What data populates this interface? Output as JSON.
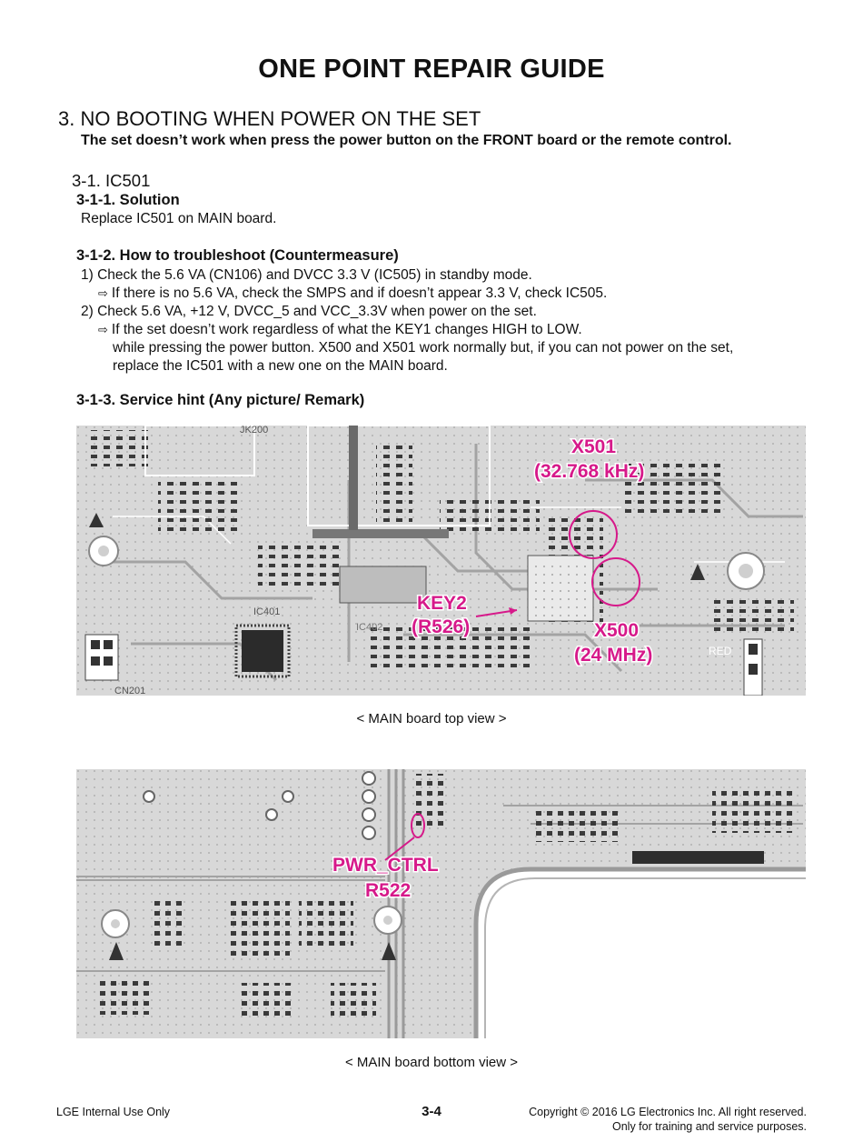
{
  "title": "ONE POINT REPAIR GUIDE",
  "section": {
    "heading": "3. NO BOOTING WHEN POWER ON THE SET",
    "summary": "The set doesn’t work when press the power button on the FRONT board or the remote control."
  },
  "subsection": {
    "heading": "3-1. IC501",
    "solution": {
      "heading": "3-1-1. Solution",
      "text": "Replace IC501 on MAIN board."
    },
    "troubleshoot": {
      "heading": "3-1-2. How to troubleshoot (Countermeasure)",
      "step1": "1) Check the 5.6 VA (CN106) and DVCC 3.3 V (IC505) in standby mode.",
      "step1_note": "If there is no 5.6 VA, check the SMPS and if doesn’t appear 3.3 V, check IC505.",
      "step2": "2) Check 5.6 VA, +12 V, DVCC_5 and VCC_3.3V when power on the set.",
      "step2_note": "If the set doesn’t work regardless of what the KEY1 changes HIGH to LOW.",
      "step2_line2": "while pressing the power button. X500 and X501 work normally but, if you can not power on the set,",
      "step2_line3": "replace the IC501 with a new one on the MAIN board."
    },
    "service_hint": {
      "heading": "3-1-3. Service hint (Any picture/ Remark)"
    }
  },
  "figures": {
    "top": {
      "caption": "< MAIN board top view >",
      "callouts": {
        "x501": "X501",
        "x501_freq": "(32.768 kHz)",
        "key2": "KEY2",
        "key2_ref": "(R526)",
        "x500": "X500",
        "x500_freq": "(24 MHz)"
      },
      "silk": {
        "ic401": "IC401",
        "ic402": "IC402",
        "cn201": "CN201",
        "jk200": "JK200",
        "red": "RED"
      }
    },
    "bottom": {
      "caption": "< MAIN board bottom view >",
      "callouts": {
        "pwr": "PWR_CTRL",
        "r522": "R522"
      }
    }
  },
  "footer": {
    "left": "LGE Internal Use Only",
    "page": "3-4",
    "copyright": "Copyright © 2016 LG Electronics Inc. All right reserved.",
    "purpose": "Only for training and service purposes."
  },
  "colors": {
    "callout": "#d6198a",
    "board": "#d9d9d9",
    "trace": "#9a9a9a"
  }
}
